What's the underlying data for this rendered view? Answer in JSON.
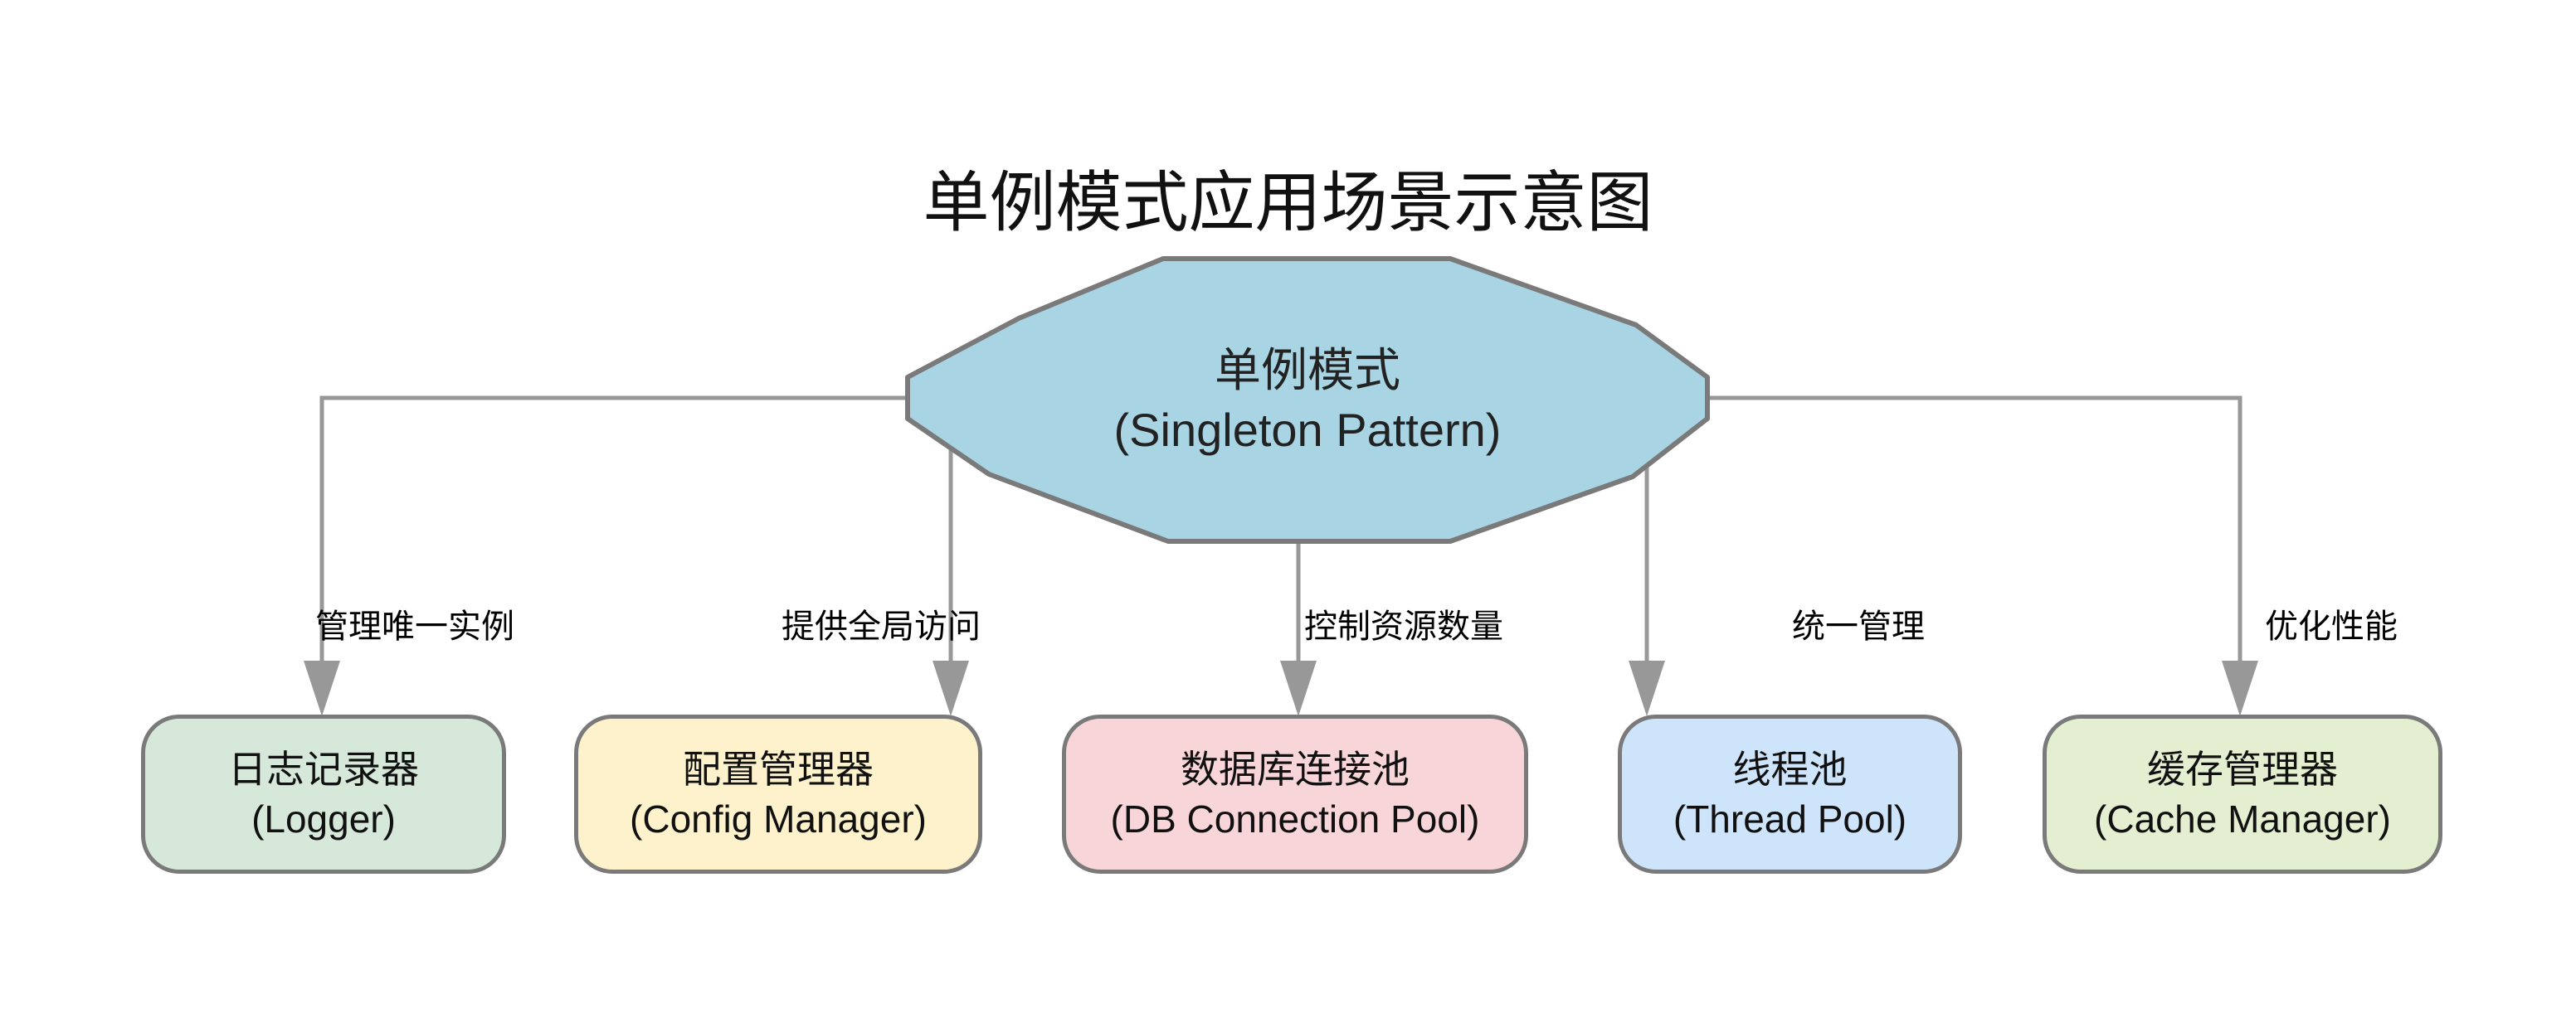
{
  "title": "单例模式应用场景示意图",
  "center_node": {
    "name_zh": "单例模式",
    "name_en": "(Singleton Pattern)",
    "fill": "#a9d4e3"
  },
  "edges": [
    {
      "label": "管理唯一实例"
    },
    {
      "label": "提供全局访问"
    },
    {
      "label": "控制资源数量"
    },
    {
      "label": "统一管理"
    },
    {
      "label": "优化性能"
    }
  ],
  "nodes": [
    {
      "name_zh": "日志记录器",
      "name_en": "(Logger)",
      "fill": "#d5e8d9"
    },
    {
      "name_zh": "配置管理器",
      "name_en": "(Config Manager)",
      "fill": "#fdf2cc"
    },
    {
      "name_zh": "数据库连接池",
      "name_en": "(DB Connection Pool)",
      "fill": "#f8d5d8"
    },
    {
      "name_zh": "线程池",
      "name_en": "(Thread Pool)",
      "fill": "#cde4fa"
    },
    {
      "name_zh": "缓存管理器",
      "name_en": "(Cache Manager)",
      "fill": "#e3efd0"
    }
  ],
  "colors": {
    "connector": "#989898",
    "node_border": "#7a7a7a",
    "text": "#111111"
  }
}
